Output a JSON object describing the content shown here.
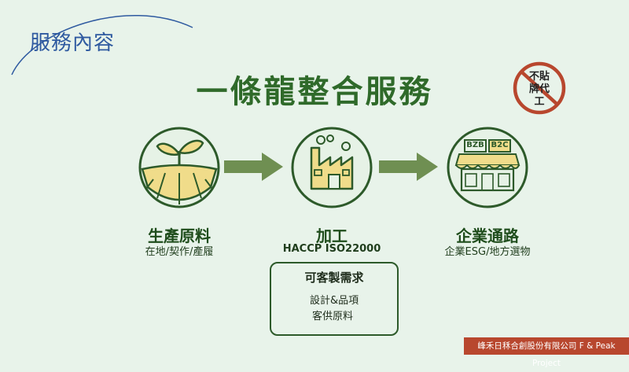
{
  "header": {
    "section_title": "服務內容",
    "main_title": "一條龍整合服務"
  },
  "stamp": {
    "text": "不貼\n牌代\n工"
  },
  "steps": [
    {
      "title": "生產原料",
      "subtitle": "在地/契作/產履"
    },
    {
      "title": "加工",
      "subtitle": "HACCP ISO22000"
    },
    {
      "title": "企業通路",
      "subtitle": "企業ESG/地方選物",
      "badges": [
        "BZB",
        "B2C"
      ]
    }
  ],
  "custom": {
    "title": "可客製需求",
    "items": [
      "設計&品項",
      "客供原料"
    ]
  },
  "footer": {
    "text": "峰禾日秝合創股份有限公司 F & Peak Project"
  },
  "colors": {
    "background": "#e8f3ea",
    "dark_green": "#2f6a2a",
    "arrow_green": "#6f8f52",
    "yellow": "#f0dc8a",
    "footer_red": "#b8472e",
    "blue": "#2f5aa0"
  },
  "icons": [
    "sprout-field-icon",
    "factory-icon",
    "storefront-icon",
    "box-icon",
    "coin-bag-icon",
    "arrow-right-icon"
  ]
}
